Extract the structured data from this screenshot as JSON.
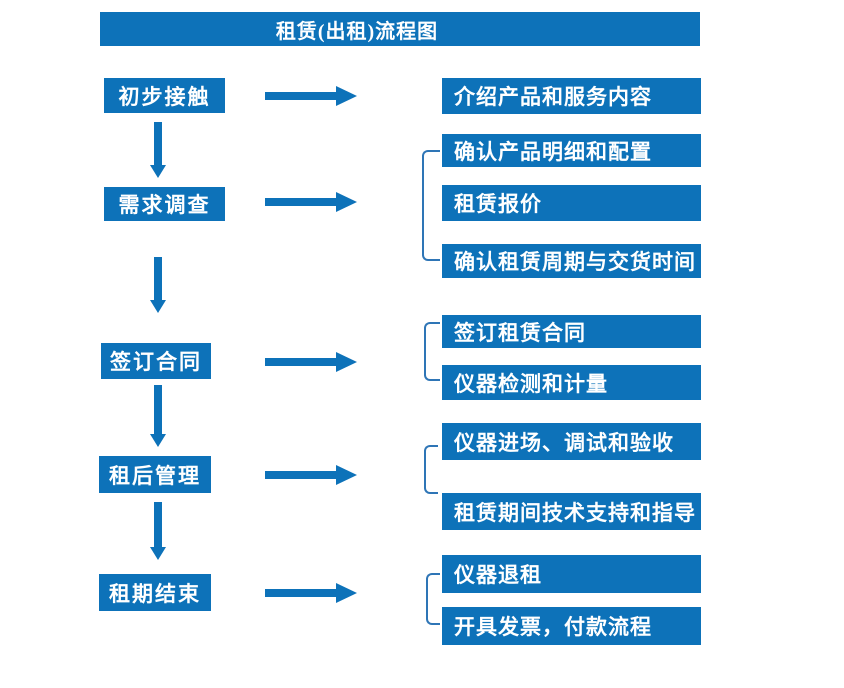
{
  "header": {
    "title": "租赁(出租)流程图"
  },
  "colors": {
    "primary_blue": "#0d72b9",
    "bracket_blue": "#2e75b6",
    "box_text": "#ffffff",
    "background": "#ffffff"
  },
  "stages": [
    {
      "label": "初步接触",
      "outputs": [
        "介绍产品和服务内容"
      ]
    },
    {
      "label": "需求调查",
      "outputs": [
        "确认产品明细和配置",
        "租赁报价",
        "确认租赁周期与交货时间"
      ]
    },
    {
      "label": "签订合同",
      "outputs": [
        "签订租赁合同",
        "仪器检测和计量"
      ]
    },
    {
      "label": "租后管理",
      "outputs": [
        "仪器进场、调试和验收",
        "租赁期间技术支持和指导"
      ]
    },
    {
      "label": "租期结束",
      "outputs": [
        "仪器退租",
        "开具发票，付款流程"
      ]
    }
  ]
}
